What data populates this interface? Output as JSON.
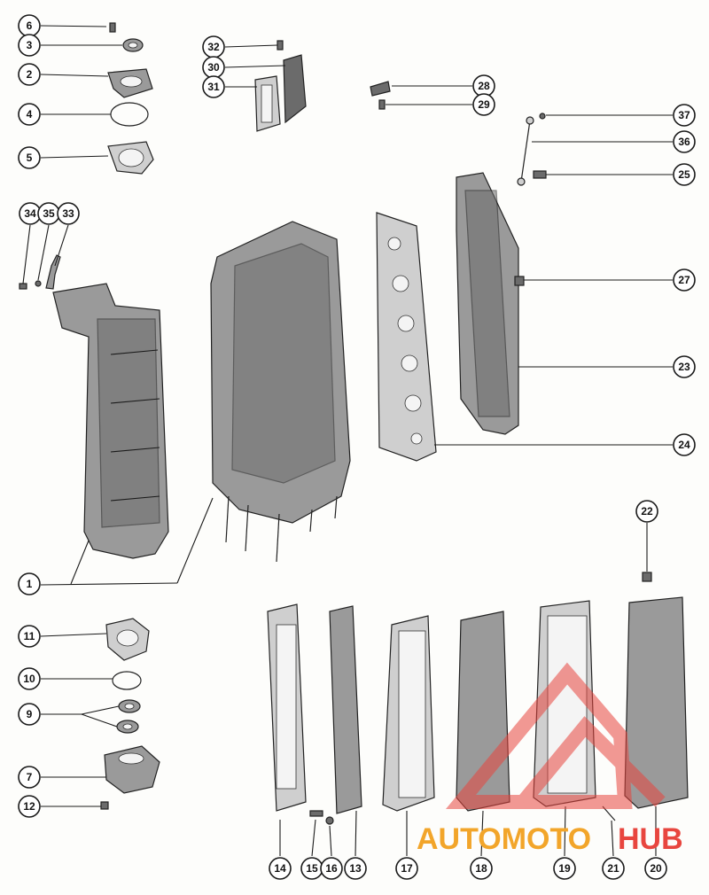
{
  "callouts": [
    {
      "label": "6"
    },
    {
      "label": "3"
    },
    {
      "label": "2"
    },
    {
      "label": "4"
    },
    {
      "label": "5"
    },
    {
      "label": "34"
    },
    {
      "label": "35"
    },
    {
      "label": "33"
    },
    {
      "label": "32"
    },
    {
      "label": "30"
    },
    {
      "label": "31"
    },
    {
      "label": "28"
    },
    {
      "label": "29"
    },
    {
      "label": "37"
    },
    {
      "label": "36"
    },
    {
      "label": "25"
    },
    {
      "label": "27"
    },
    {
      "label": "23"
    },
    {
      "label": "24"
    },
    {
      "label": "1"
    },
    {
      "label": "22"
    },
    {
      "label": "11"
    },
    {
      "label": "10"
    },
    {
      "label": "9"
    },
    {
      "label": "7"
    },
    {
      "label": "12"
    },
    {
      "label": "14"
    },
    {
      "label": "15"
    },
    {
      "label": "16"
    },
    {
      "label": "13"
    },
    {
      "label": "17"
    },
    {
      "label": "18"
    },
    {
      "label": "19"
    },
    {
      "label": "21"
    },
    {
      "label": "20"
    }
  ],
  "watermark": {
    "text_part1": "AUTOMOTO",
    "text_part2": "HUB",
    "color_primary": "#e8463f",
    "color_secondary": "#f2a52a"
  }
}
